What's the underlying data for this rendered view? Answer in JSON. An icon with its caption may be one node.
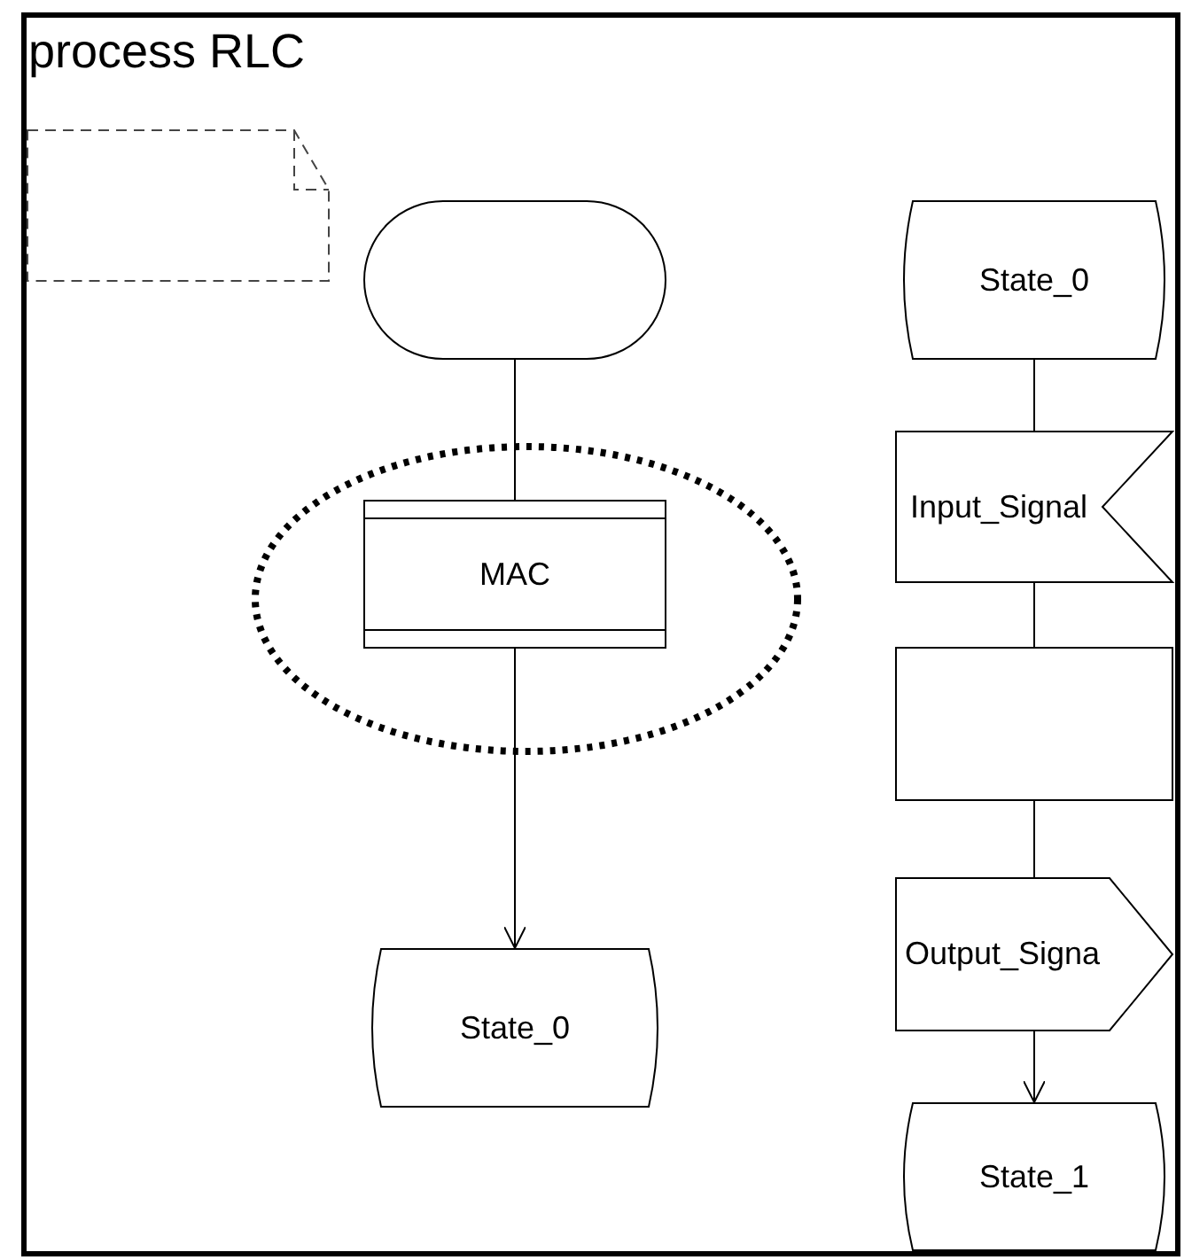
{
  "diagram": {
    "nodes": [
      {
        "text": [
          "process RLC"
        ]
      },
      {
        "text": [],
        "shape": "note",
        "in": 0
      },
      {
        "text": [],
        "shape": "oval",
        "in": 0
      },
      {
        "text": [
          "MAC"
        ],
        "in": 0
      },
      {
        "text": [
          "State_0"
        ],
        "in": 0
      },
      {
        "text": [
          "State_0"
        ],
        "in": 0
      },
      {
        "text": [
          "Input_Signal"
        ],
        "in": 0
      },
      {
        "text": [],
        "shape": "box",
        "in": 0
      },
      {
        "text": [
          "Output_Signa"
        ],
        "in": 0
      },
      {
        "text": [
          "State_1"
        ],
        "in": 0
      }
    ],
    "edges": [
      {
        "from": 2,
        "to": 3,
        "arrow": "none"
      },
      {
        "from": 3,
        "to": 4,
        "arrow": "to"
      },
      {
        "from": 5,
        "to": 6,
        "arrow": "none"
      },
      {
        "from": 6,
        "to": 7,
        "arrow": "none"
      },
      {
        "from": 7,
        "to": 8,
        "arrow": "none"
      },
      {
        "from": 8,
        "to": 9,
        "arrow": "to"
      }
    ]
  }
}
